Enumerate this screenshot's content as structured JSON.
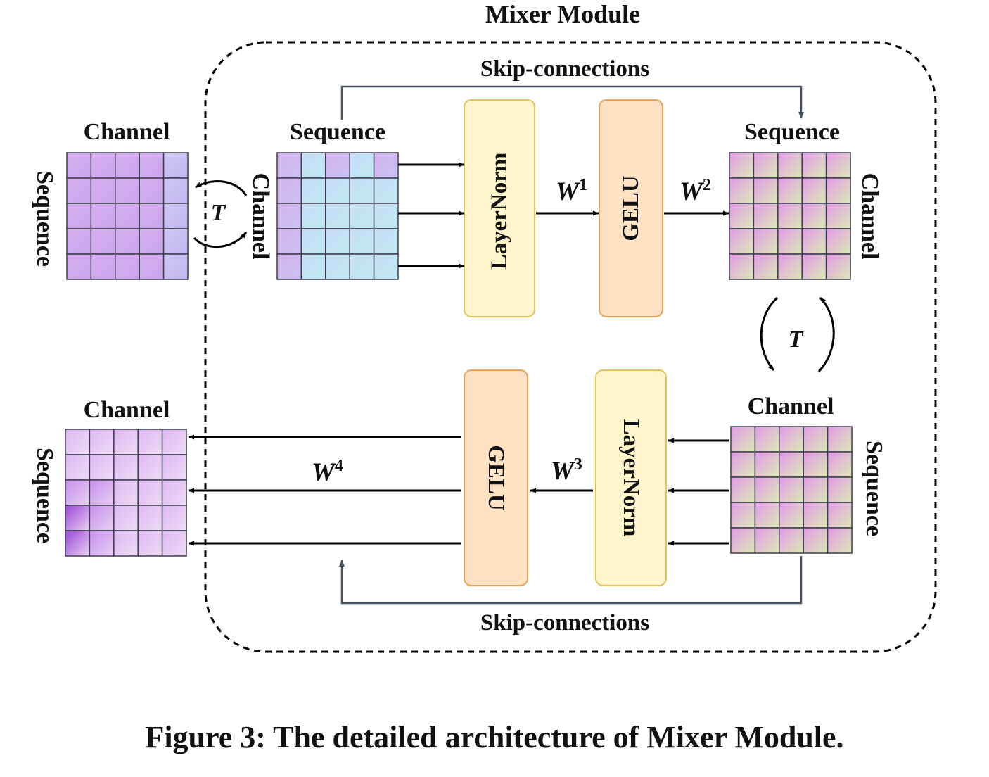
{
  "module_title": "Mixer Module",
  "skip_top": "Skip-connections",
  "skip_bottom": "Skip-connections",
  "transpose": "T",
  "weights": {
    "w1": "1",
    "w2": "2",
    "w3": "3",
    "w4": "4",
    "letter": "W"
  },
  "grids": {
    "input": {
      "top": "Channel",
      "side": "Sequence"
    },
    "first": {
      "top": "Sequence",
      "side": "Channel"
    },
    "second": {
      "top": "Sequence",
      "side": "Channel"
    },
    "third": {
      "top": "Channel",
      "side": "Sequence"
    },
    "output": {
      "top": "Channel",
      "side": "Sequence"
    }
  },
  "blocks": {
    "layernorm_top": "LayerNorm",
    "gelu_top": "GELU",
    "layernorm_bottom": "LayerNorm",
    "gelu_bottom": "GELU"
  },
  "caption": "Figure 3: The detailed architecture of Mixer Module.",
  "colors": {
    "layernorm_fill": "#fff4cc",
    "layernorm_stroke": "#e2c45a",
    "gelu_fill": "#ffe1c4",
    "gelu_stroke": "#e8a25a",
    "skip_line": "#46525f",
    "grid_stroke": "#3d3d50",
    "input_cell": "#d8aef0",
    "input_light": "#cfc8f4",
    "first_cell_a": "#c9ddf4",
    "first_cell_b": "#d4b2ee",
    "second_a": "#e39be8",
    "second_b": "#dbe9b4",
    "output_dark": "#9b48d6",
    "output_light": "#e8cff3"
  }
}
